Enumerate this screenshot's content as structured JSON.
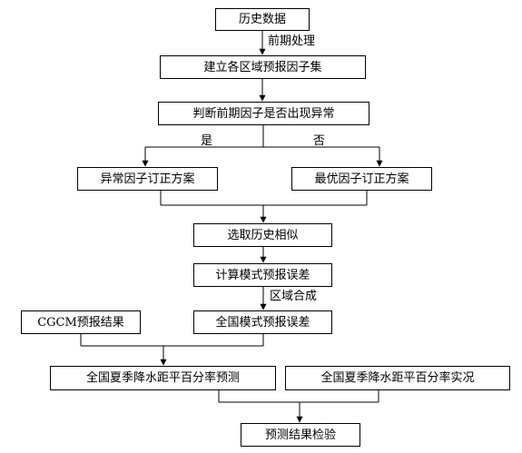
{
  "diagram": {
    "boxes": {
      "history_data": "历史数据",
      "build_factors": "建立各区域预报因子集",
      "judge_anomaly": "判断前期因子是否出现异常",
      "anomaly_fix": "异常因子订正方案",
      "optimal_fix": "最优因子订正方案",
      "select_similar": "选取历史相似",
      "compute_error": "计算模式预报误差",
      "cgcm_result": "CGCM预报结果",
      "national_error": "全国模式预报误差",
      "national_forecast": "全国夏季降水距平百分率预测",
      "national_actual": "全国夏季降水距平百分率实况",
      "verify": "预测结果检验"
    },
    "labels": {
      "preprocess": "前期处理",
      "yes": "是",
      "no": "否",
      "regional": "区域合成"
    },
    "colors": {
      "line": "#000000",
      "box_border": "#000000",
      "background": "#ffffff"
    }
  }
}
